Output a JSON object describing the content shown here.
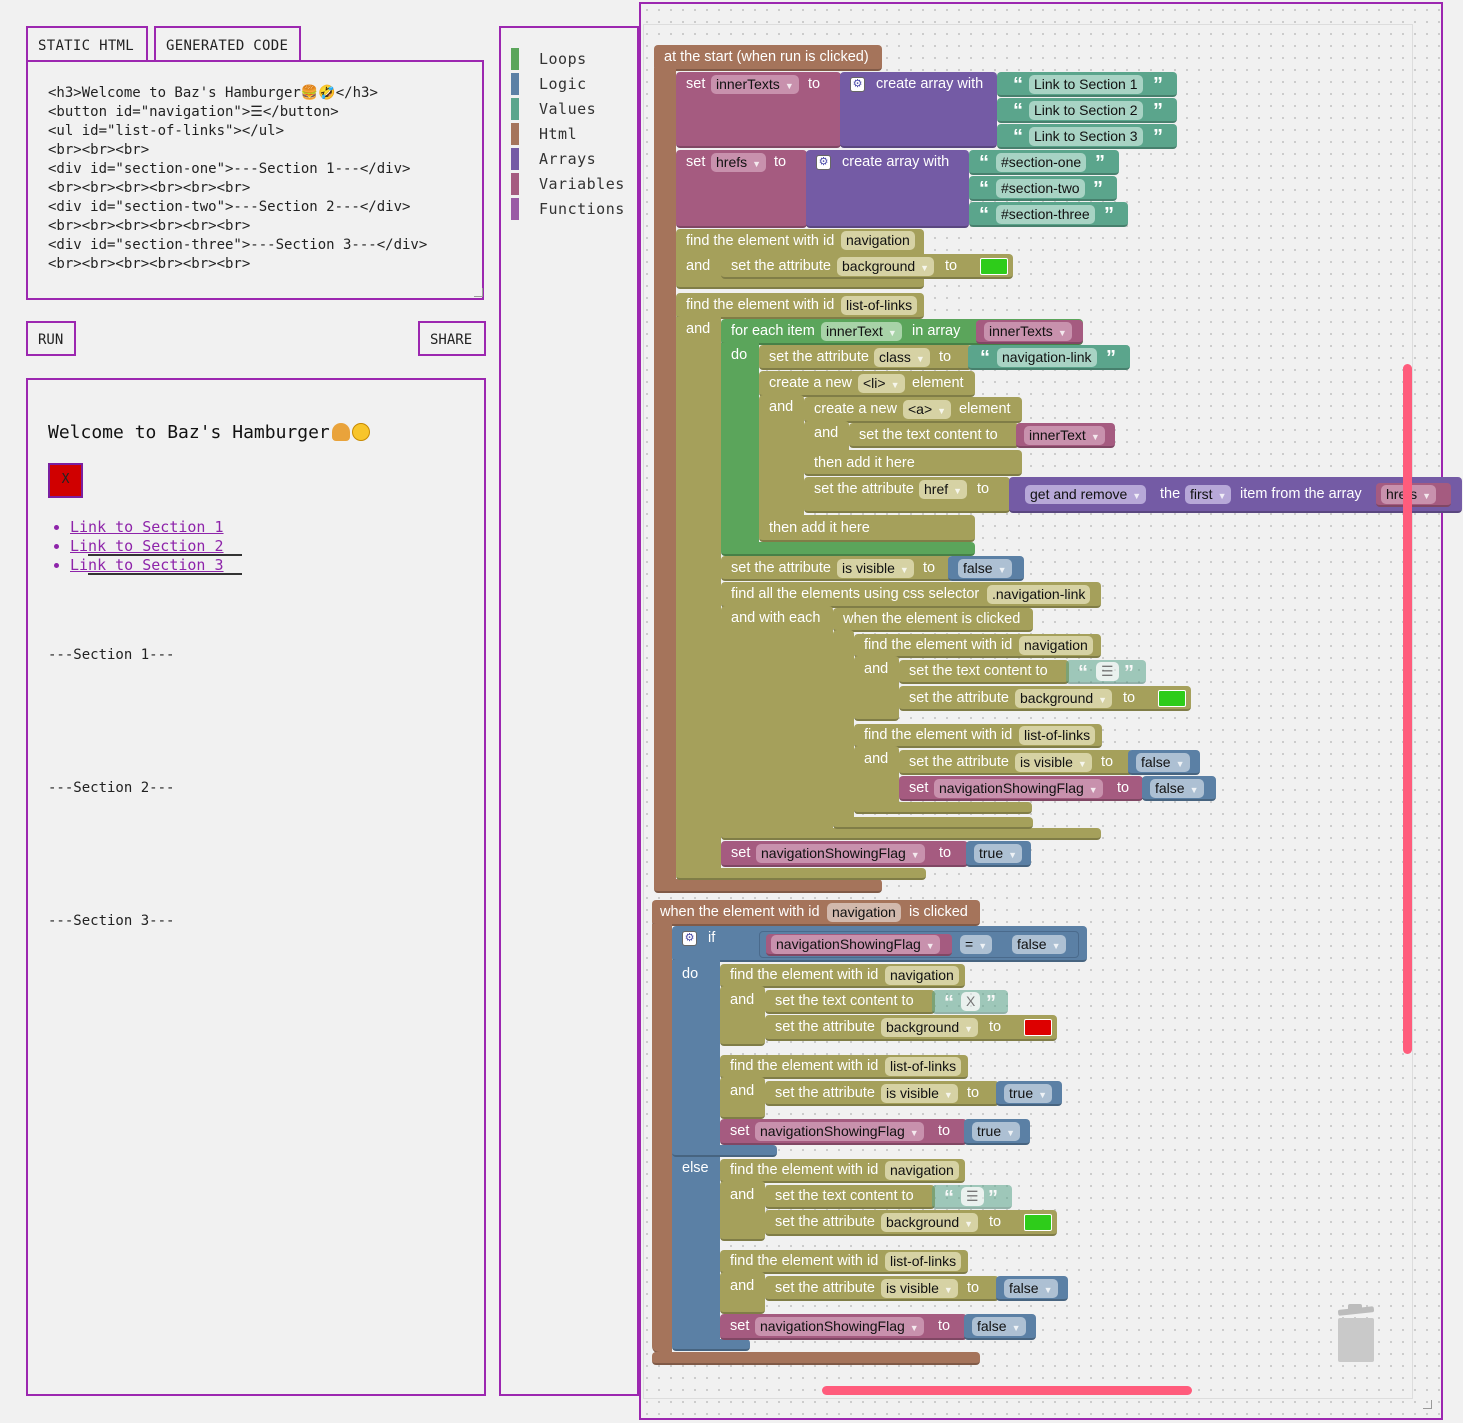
{
  "tabs": {
    "static_html": "STATIC HTML",
    "generated_code": "GENERATED CODE"
  },
  "editor": {
    "code": "<h3>Welcome to Baz's Hamburger🍔🤣</h3>\n<button id=\"navigation\">☰</button>\n<ul id=\"list-of-links\"></ul>\n<br><br><br>\n<div id=\"section-one\">---Section 1---</div>\n<br><br><br><br><br><br>\n<div id=\"section-two\">---Section 2---</div>\n<br><br><br><br><br><br>\n<div id=\"section-three\">---Section 3---</div>\n<br><br><br><br><br><br>"
  },
  "buttons": {
    "run": "RUN",
    "share": "SHARE"
  },
  "output": {
    "heading": "Welcome to Baz's Hamburger",
    "nav_button": "X",
    "links": [
      "Link to Section 1",
      "Link to Section 2",
      "Link to Section 3"
    ],
    "sections": [
      "---Section 1---",
      "---Section 2---",
      "---Section 3---"
    ]
  },
  "toolbox": [
    {
      "label": "Loops",
      "color": "#5ba55b"
    },
    {
      "label": "Logic",
      "color": "#5b80a5"
    },
    {
      "label": "Values",
      "color": "#5ba58c"
    },
    {
      "label": "Html",
      "color": "#a5745b"
    },
    {
      "label": "Arrays",
      "color": "#745ba5"
    },
    {
      "label": "Variables",
      "color": "#a55b80"
    },
    {
      "label": "Functions",
      "color": "#995ba5"
    }
  ],
  "colors": {
    "loops": "#5ba55b",
    "logic": "#5b80a5",
    "values": "#5ba58c",
    "html": "#a5745b",
    "arrays": "#745ba5",
    "variables": "#a55b80",
    "dom": "#a5a05b",
    "accent": "#9c27b0",
    "scrollbar": "#ff5c7c"
  },
  "blocks": {
    "start": "at the start (when run is clicked)",
    "set": "set",
    "to": "to",
    "and": "and",
    "do": "do",
    "if": "if",
    "else": "else",
    "create_array": "create array with",
    "var_innertexts": "innerTexts",
    "var_hrefs": "hrefs",
    "var_innertext": "innerText",
    "var_flag": "navigationShowingFlag",
    "str_links": [
      "Link to Section 1",
      "Link to Section 2",
      "Link to Section 3"
    ],
    "str_hrefs": [
      "#section-one",
      "#section-two",
      "#section-three"
    ],
    "find_id": "find the element with id",
    "id_navigation": "navigation",
    "id_list": "list-of-links",
    "set_attr": "set the attribute",
    "attr_background": "background",
    "attr_class": "class",
    "attr_href": "href",
    "attr_visible": "is visible",
    "for_each": "for each item",
    "in_array": "in array",
    "str_nav_link": "navigation-link",
    "create_new": "create a new",
    "tag_li": "<li>",
    "tag_a": "<a>",
    "element": "element",
    "set_text": "set the text content to",
    "then_add": "then add it here",
    "get_remove": "get and remove",
    "the": "the",
    "first": "first",
    "item_from": "item from the array",
    "find_all": "find all the elements using css selector",
    "selector": ".navigation-link",
    "with_each": "and with each",
    "when_clicked": "when the element is clicked",
    "str_hamburger": "☰",
    "str_x": "X",
    "val_false": "false",
    "val_true": "true",
    "eq": "=",
    "when_id": "when the element with id",
    "is_clicked": "is clicked"
  }
}
